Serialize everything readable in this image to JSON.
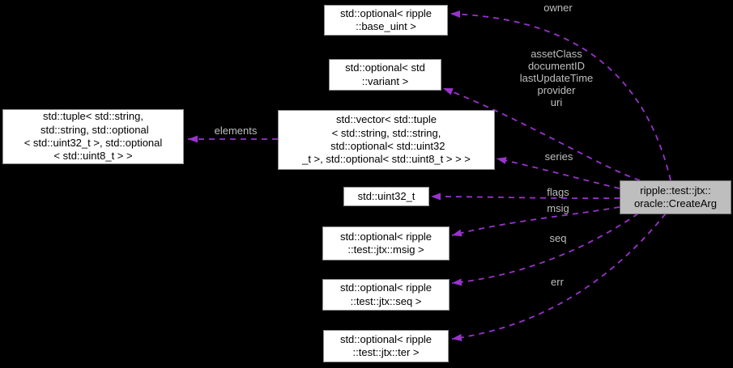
{
  "nodes": {
    "base_uint": {
      "lines": [
        "std::optional< ripple",
        "::base_uint >"
      ]
    },
    "variant": {
      "lines": [
        "std::optional< std",
        "::variant >"
      ]
    },
    "tuple": {
      "lines": [
        "std::tuple< std::string,",
        " std::string, std::optional",
        "< std::uint32_t >, std::optional",
        "< std::uint8_t > >"
      ]
    },
    "vector": {
      "lines": [
        "std::vector< std::tuple",
        "< std::string, std::string,",
        " std::optional< std::uint32",
        "_t >, std::optional< std::uint8_t > > >"
      ]
    },
    "uint32": {
      "lines": [
        "std::uint32_t"
      ]
    },
    "msig": {
      "lines": [
        "std::optional< ripple",
        "::test::jtx::msig >"
      ]
    },
    "seq": {
      "lines": [
        "std::optional< ripple",
        "::test::jtx::seq >"
      ]
    },
    "ter": {
      "lines": [
        "std::optional< ripple",
        "::test::jtx::ter >"
      ]
    },
    "createarg": {
      "lines": [
        "ripple::test::jtx::",
        "oracle::CreateArg"
      ]
    }
  },
  "edge_labels": {
    "owner": "owner",
    "bundle": [
      "assetClass",
      "documentID",
      "lastUpdateTime",
      "provider",
      "uri"
    ],
    "elements": "elements",
    "series": "series",
    "flags": "flags",
    "msig": "msig",
    "seq": "seq",
    "err": "err"
  },
  "colors": {
    "edge": "#9a32cd",
    "label": "#bfbfbf",
    "node_fill": "#ffffff",
    "node_border": "#8f8f8f",
    "main_fill": "#bebebe",
    "main_border": "#6f6f6f",
    "background": "#000000"
  }
}
